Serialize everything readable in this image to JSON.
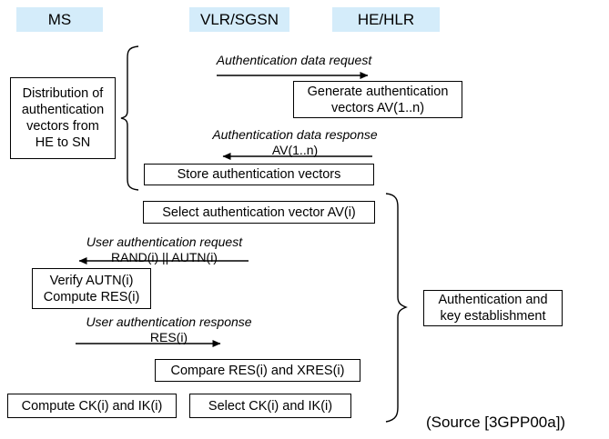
{
  "diagram": {
    "title_columns": [
      {
        "name": "ms",
        "label": "MS"
      },
      {
        "name": "vlr-sgsn",
        "label": "VLR/SGSN"
      },
      {
        "name": "he-hlr",
        "label": "HE/HLR"
      }
    ],
    "header_color": "#d4ecfa",
    "line_color": "#000000",
    "background": "#ffffff",
    "phase_labels": [
      {
        "name": "distribution-phase",
        "line1": "Distribution of",
        "line2": "authentication",
        "line3": "vectors from",
        "line4": "HE to SN"
      },
      {
        "name": "authentication-phase",
        "line1": "Authentication and",
        "line2": "key establishment"
      }
    ],
    "process_boxes": [
      {
        "name": "generate-auth-vectors",
        "line1": "Generate authentication",
        "line2": "vectors AV(1..n)"
      },
      {
        "name": "store-auth-vectors",
        "line1": "Store authentication vectors"
      },
      {
        "name": "select-auth-vector",
        "line1": "Select authentication vector AV(i)"
      },
      {
        "name": "verify-autn-compute-res",
        "line1": "Verify AUTN(i)",
        "line2": "Compute RES(i)"
      },
      {
        "name": "compare-res-xres",
        "line1": "Compare RES(i) and XRES(i)"
      },
      {
        "name": "compute-ck-ik",
        "line1": "Compute CK(i) and IK(i)"
      },
      {
        "name": "select-ck-ik",
        "line1": "Select CK(i) and IK(i)"
      }
    ],
    "messages": [
      {
        "name": "authentication-data-request",
        "title": "Authentication data request",
        "payload": "",
        "direction": "right"
      },
      {
        "name": "authentication-data-response",
        "title": "Authentication data response",
        "payload": "AV(1..n)",
        "direction": "left"
      },
      {
        "name": "user-authentication-request",
        "title": "User authentication request",
        "payload": "RAND(i) || AUTN(i)",
        "direction": "left"
      },
      {
        "name": "user-authentication-response",
        "title": "User authentication response",
        "payload": "RES(i)",
        "direction": "right"
      }
    ],
    "source_note": "(Source [3GPP00a])"
  }
}
